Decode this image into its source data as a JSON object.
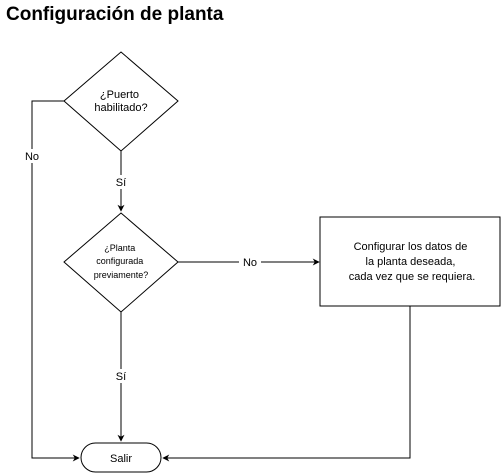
{
  "title": "Configuración de planta",
  "nodes": {
    "decision_port": {
      "lines": [
        "¿Puerto",
        "habilitado?"
      ]
    },
    "decision_plant": {
      "lines": [
        "¿Planta",
        "configurada",
        "previamente?"
      ]
    },
    "process_configure": {
      "lines": [
        "Configurar los datos de",
        "la planta deseada,",
        "cada vez que se requiera."
      ]
    },
    "terminal_exit": {
      "label": "Salir"
    }
  },
  "edges": {
    "port_no": "No",
    "port_yes": "Sí",
    "plant_no": "No",
    "plant_yes": "Sí"
  },
  "colors": {
    "stroke": "#000000",
    "fill": "#ffffff",
    "text": "#000000"
  }
}
